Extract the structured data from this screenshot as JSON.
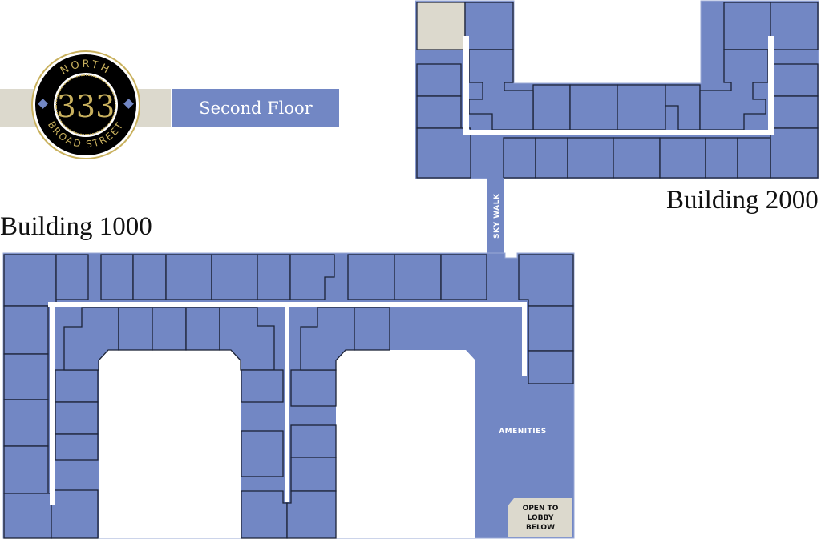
{
  "logo": {
    "top_text": "NORTH",
    "number": "333",
    "bottom_text": "BROAD STREET"
  },
  "header": {
    "floor_label": "Second Floor"
  },
  "buildings": {
    "building_2000": "Building 2000",
    "building_1000": "Building 1000"
  },
  "labels": {
    "sky_walk": "SKY WALK",
    "amenities": "AMENITIES",
    "open_to_lobby": [
      "OPEN TO",
      "LOBBY",
      "BELOW"
    ]
  },
  "colors": {
    "space": "#7287c4",
    "outline": "#1b2236",
    "beige": "#dcd9cd",
    "gold": "#c9b15e",
    "logo_black": "#000000"
  }
}
